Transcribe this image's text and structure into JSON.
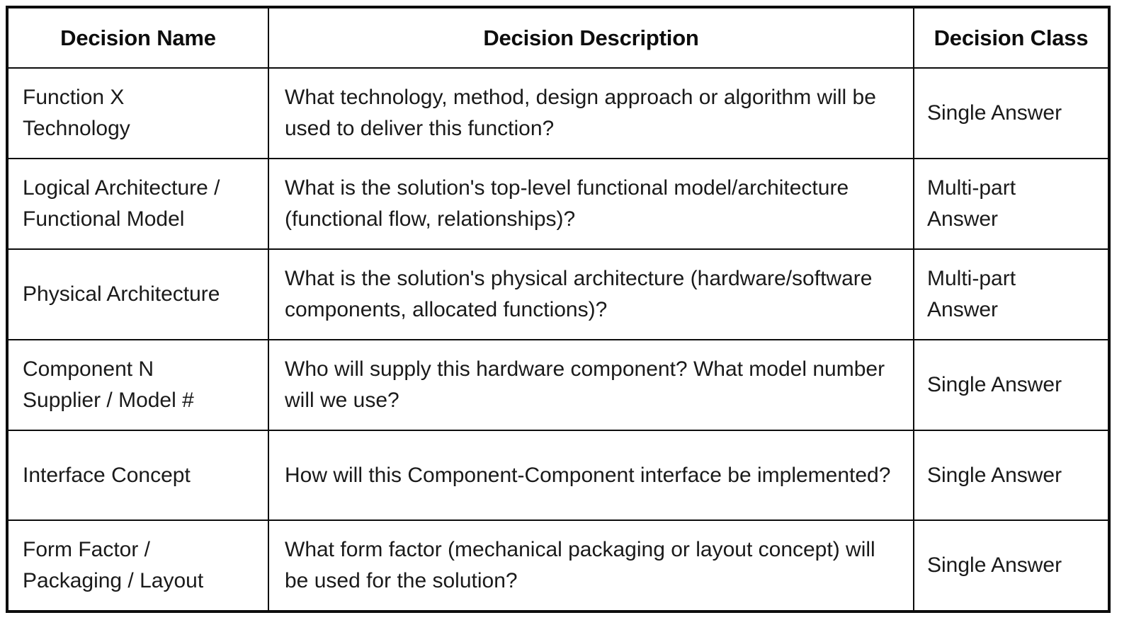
{
  "table": {
    "columns": [
      {
        "key": "name",
        "label": "Decision Name"
      },
      {
        "key": "desc",
        "label": "Decision Description"
      },
      {
        "key": "class",
        "label": "Decision Class"
      }
    ],
    "rows": [
      {
        "name": "Function X\nTechnology",
        "desc": "What technology, method, design approach or algorithm will be used to deliver this function?",
        "class": "Single Answer"
      },
      {
        "name": "Logical Architecture /\nFunctional Model",
        "desc": "What is the solution's top-level functional model/architecture (functional flow, relationships)?",
        "class": "Multi-part\nAnswer"
      },
      {
        "name": "Physical Architecture",
        "desc": "What is the solution's physical architecture (hardware/software components, allocated functions)?",
        "class": "Multi-part\nAnswer"
      },
      {
        "name": "Component N\nSupplier / Model #",
        "desc": "Who will supply this hardware component? What model number will we use?",
        "class": "Single Answer"
      },
      {
        "name": "Interface Concept",
        "desc": "How will this Component-Component interface be implemented?",
        "class": "Single Answer"
      },
      {
        "name": "Form Factor /\nPackaging / Layout",
        "desc": "What form factor (mechanical packaging or layout concept) will be used for the solution?",
        "class": "Single Answer"
      }
    ]
  },
  "colors": {
    "border": "#0d0d0d",
    "text": "#1a1a1a",
    "background": "#ffffff"
  }
}
